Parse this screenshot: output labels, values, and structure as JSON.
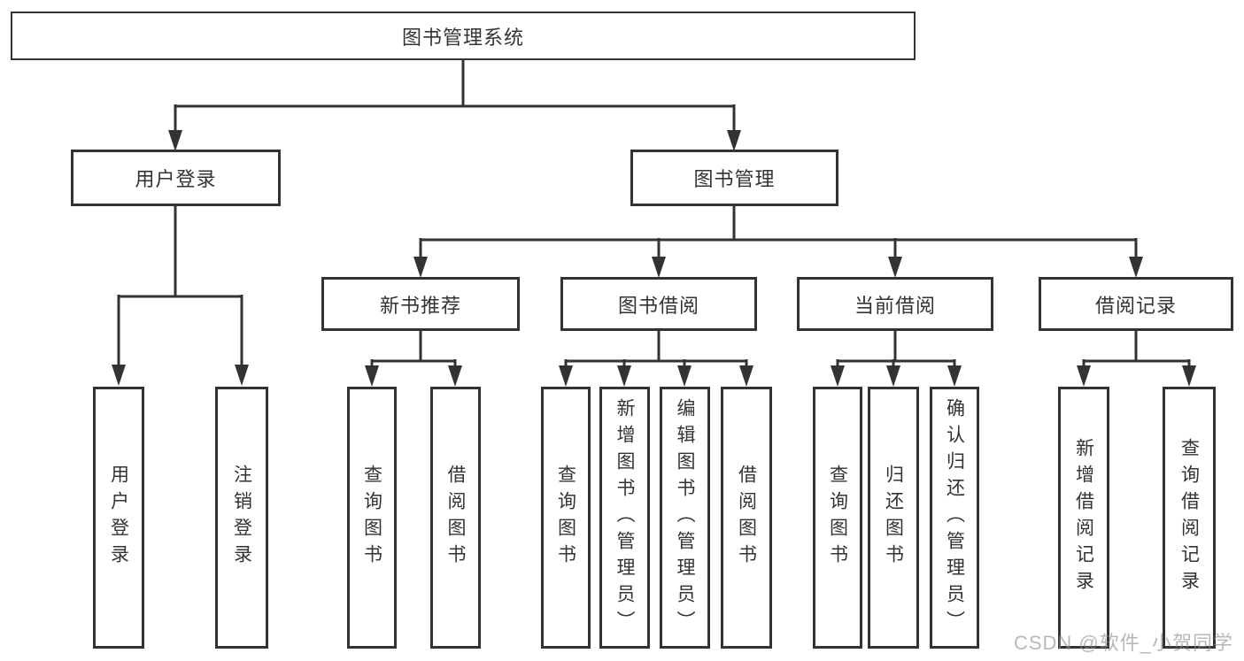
{
  "diagram": {
    "title": "图书管理系统",
    "colors": {
      "line": "#333333",
      "text": "#333333",
      "box_background": "#ffffff",
      "watermark": "#8c8c8c"
    },
    "level2": {
      "user_login": "用户登录",
      "book_management": "图书管理"
    },
    "level3": {
      "new_book_recommend": "新书推荐",
      "book_borrow": "图书借阅",
      "current_borrow": "当前借阅",
      "borrow_records": "借阅记录"
    },
    "leaves": {
      "user_login": [
        "用户登录",
        "注销登录"
      ],
      "new_book_recommend": [
        "查询图书",
        "借阅图书"
      ],
      "book_borrow": [
        "查询图书",
        "新增图书（管理员）",
        "编辑图书（管理员）",
        "借阅图书"
      ],
      "current_borrow": [
        "查询图书",
        "归还图书",
        "确认归还（管理员）"
      ],
      "borrow_records": [
        "新增借阅记录",
        "查询借阅记录"
      ]
    },
    "watermark": "CSDN @软件_小贺同学"
  }
}
